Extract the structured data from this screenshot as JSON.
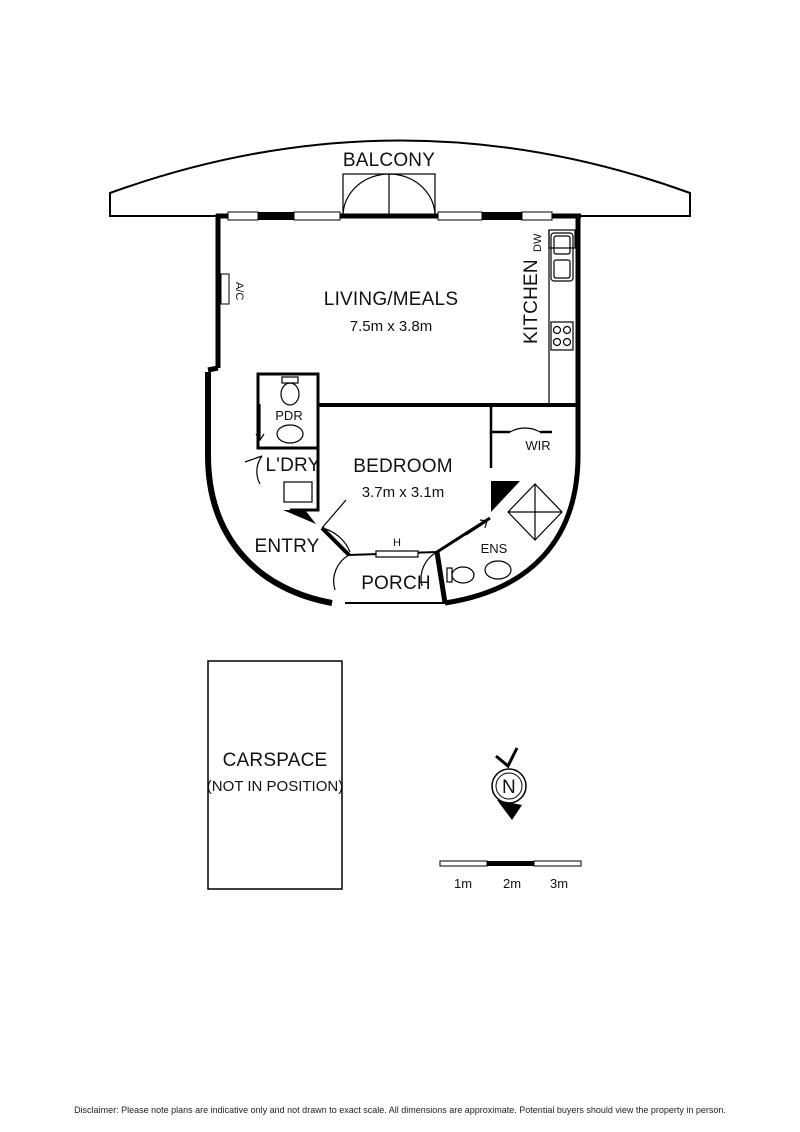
{
  "rooms": {
    "balcony": "BALCONY",
    "living": "LIVING/MEALS",
    "living_dim": "7.5m x 3.8m",
    "kitchen": "KITCHEN",
    "dw": "DW",
    "ac": "A/C",
    "pdr": "PDR",
    "laundry": "L'DRY",
    "bedroom": "BEDROOM",
    "bedroom_dim": "3.7m x 3.1m",
    "wir": "WIR",
    "entry": "ENTRY",
    "porch": "PORCH",
    "ens": "ENS",
    "heater": "H"
  },
  "carspace": {
    "title": "CARSPACE",
    "note": "(NOT IN POSITION)"
  },
  "compass": {
    "letter": "N"
  },
  "scale": {
    "labels": [
      "1m",
      "2m",
      "3m"
    ]
  },
  "disclaimer": "Disclaimer: Please note plans are indicative only and not drawn to exact scale. All dimensions are approximate. Potential buyers should view the property in person."
}
